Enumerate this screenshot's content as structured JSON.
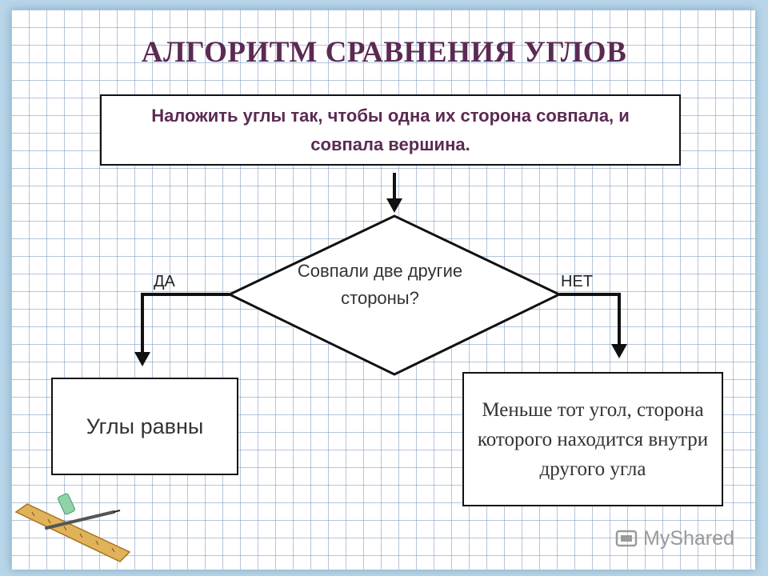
{
  "title": "АЛГОРИТМ СРАВНЕНИЯ УГЛОВ",
  "steps": {
    "start": "Наложить углы так, чтобы одна их сторона совпала, и совпала вершина.",
    "decision": "Совпали две другие стороны?",
    "yes_label": "ДА",
    "no_label": "НЕТ",
    "yes_result": "Углы равны",
    "no_result": "Меньше тот угол, сторона которого находится внутри другого угла"
  },
  "watermark": {
    "text": "MyShared",
    "icon": "mortarboard-icon"
  },
  "decorations": {
    "ruler_icon": "ruler-icon",
    "pencil_icon": "pencil-icon",
    "eraser_icon": "eraser-icon"
  },
  "colors": {
    "title": "#5b2a52",
    "grid": "#7896be",
    "border": "#111111"
  }
}
